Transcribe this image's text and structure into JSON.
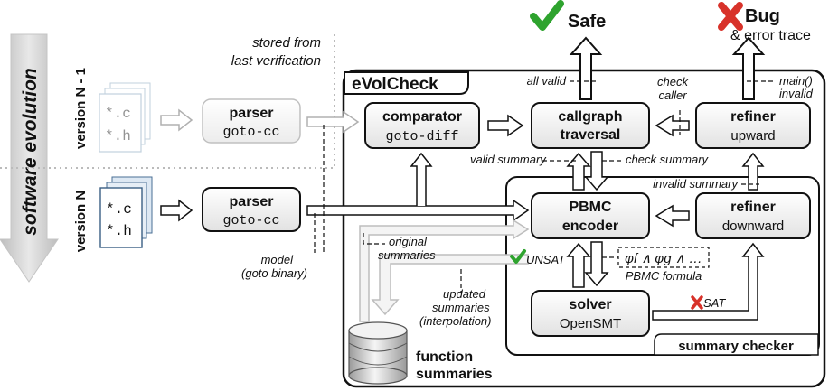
{
  "evolution": {
    "label": "software evolution",
    "version_prev": "version N - 1",
    "version_curr": "version N",
    "stored_note_line1": "stored from",
    "stored_note_line2": "last verification"
  },
  "files": {
    "c": "*.c",
    "h": "*.h"
  },
  "parser_old": {
    "title": "parser",
    "sub": "goto-cc"
  },
  "parser_new": {
    "title": "parser",
    "sub": "goto-cc"
  },
  "model_label": {
    "line1": "model",
    "line2": "(goto binary)"
  },
  "evolcheck": {
    "title": "eVolCheck"
  },
  "summary_checker": {
    "title": "summary checker"
  },
  "comparator": {
    "title": "comparator",
    "sub": "goto-diff"
  },
  "callgraph": {
    "line1": "callgraph",
    "line2": "traversal"
  },
  "refiner_up": {
    "title": "refiner",
    "sub": "upward"
  },
  "pbmc": {
    "line1": "PBMC",
    "line2": "encoder"
  },
  "refiner_down": {
    "title": "refiner",
    "sub": "downward"
  },
  "solver": {
    "title": "solver",
    "sub": "OpenSMT"
  },
  "outcomes": {
    "safe": "Safe",
    "bug": "Bug",
    "error_trace": "& error trace"
  },
  "edge_labels": {
    "all_valid": "all valid",
    "check_caller_1": "check",
    "check_caller_2": "caller",
    "main_invalid_1": "main()",
    "main_invalid_2": "invalid",
    "valid_summary": "valid summary",
    "check_summary": "check summary",
    "invalid_summary": "invalid summary",
    "unsat": "UNSAT",
    "sat": "SAT",
    "pbmc_formula": "PBMC formula",
    "formula": "φf ∧ φg ∧ …",
    "original_1": "original",
    "original_2": "summaries",
    "updated_1": "updated",
    "updated_2": "summaries",
    "updated_3": "(interpolation)"
  },
  "function_summaries": {
    "line1": "function",
    "line2": "summaries"
  },
  "colors": {
    "check_green": "#2ea32e",
    "cross_red": "#d8322a",
    "faded": "#b8b8b8",
    "file_blue": "#a9c4dc"
  }
}
